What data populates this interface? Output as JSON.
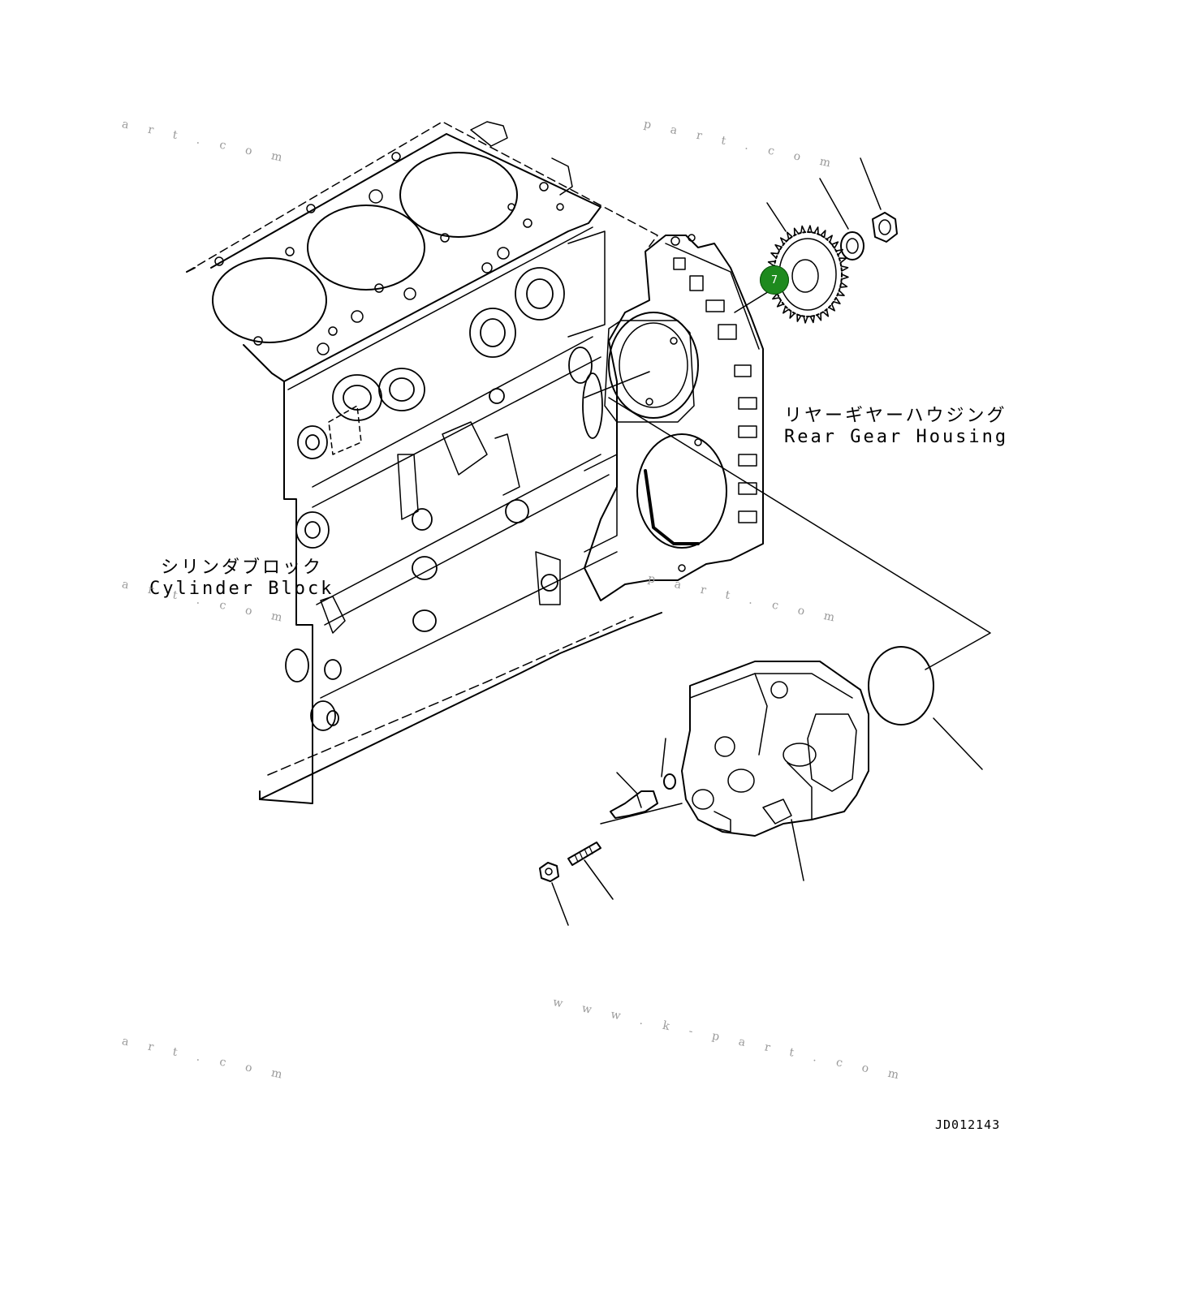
{
  "labels": {
    "cylinder_block_jp": "シリンダブロック",
    "cylinder_block_en": "Cylinder Block",
    "rear_gear_housing_jp": "リヤーギヤーハウジング",
    "rear_gear_housing_en": "Rear Gear Housing"
  },
  "callout": {
    "number": "7",
    "color": "#1e8a1e"
  },
  "drawing_code": "JD012143",
  "watermarks": {
    "w1": "a r t . c o m",
    "w2": "p a r t . c o m",
    "w3": "a r t . c o m",
    "w4": "p a r t . c o m",
    "w5": "w w w . k - p a r t . c o m",
    "w6": "a r t . c o m"
  }
}
